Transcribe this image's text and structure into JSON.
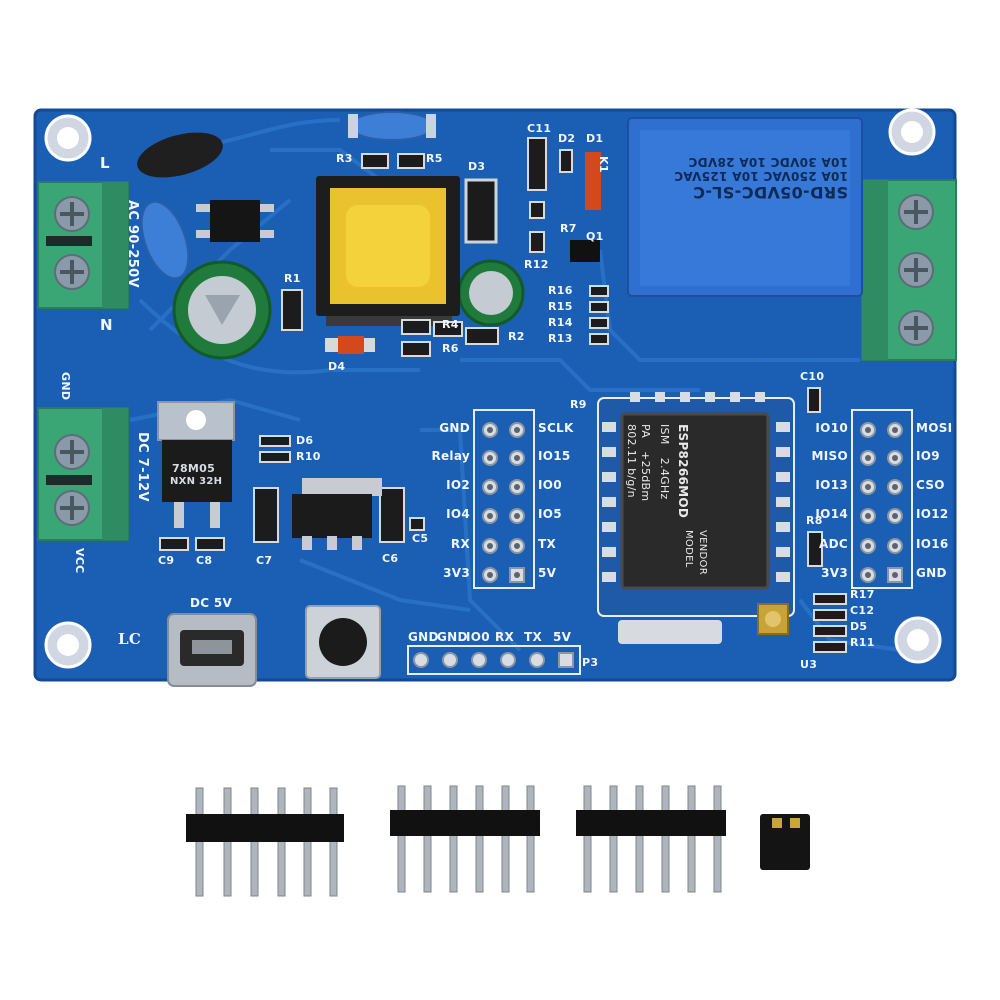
{
  "ac_terminal": {
    "top": "L",
    "bottom": "N",
    "rating": "AC 90-250V"
  },
  "dc_terminal": {
    "top": "GND",
    "bottom": "VCC",
    "rating": "DC 7-12V"
  },
  "relay": {
    "model": "SRD-05VDC-SL-C",
    "rating_1": "10A 250VAC 10A 125VAC",
    "rating_2": "10A 30VDC 10A 28VDC"
  },
  "regulator": {
    "line1": "78M05",
    "line2": "NXN 32H"
  },
  "usb": {
    "label": "DC 5V"
  },
  "brand": "LC",
  "module": {
    "name": "ESP8266MOD",
    "row1_key": "ISM",
    "row1_val": "2.4GHz",
    "row2_key": "PA",
    "row2_val": "+25dBm",
    "row3": "802.11 b/g/n",
    "model_label": "MODEL",
    "vendor_label": "VENDOR"
  },
  "header_left": {
    "left": [
      "GND",
      "Relay",
      "IO2",
      "IO4",
      "RX",
      "3V3"
    ],
    "right": [
      "SCLK",
      "IO15",
      "IO0",
      "IO5",
      "TX",
      "5V"
    ]
  },
  "header_right": {
    "left": [
      "IO10",
      "MISO",
      "IO13",
      "IO14",
      "ADC",
      "3V3"
    ],
    "right": [
      "MOSI",
      "IO9",
      "CSO",
      "IO12",
      "IO16",
      "GND"
    ]
  },
  "p3": {
    "pins": [
      "GND",
      "GND",
      "IO0",
      "RX",
      "TX",
      "5V"
    ],
    "ref": "P3"
  },
  "refs": {
    "R1": "R1",
    "R2": "R2",
    "R3": "R3",
    "R4": "R4",
    "R5": "R5",
    "R6": "R6",
    "R7": "R7",
    "R8": "R8",
    "R9": "R9",
    "R10": "R10",
    "R11": "R11",
    "R12": "R12",
    "R13": "R13",
    "R14": "R14",
    "R15": "R15",
    "R16": "R16",
    "R17": "R17",
    "C5": "C5",
    "C6": "C6",
    "C7": "C7",
    "C8": "C8",
    "C9": "C9",
    "C10": "C10",
    "C11": "C11",
    "C12": "C12",
    "D1": "D1",
    "D2": "D2",
    "D3": "D3",
    "D4": "D4",
    "D5": "D5",
    "D6": "D6",
    "Q1": "Q1",
    "U3": "U3",
    "K1": "K1"
  },
  "colors": {
    "pcb": "#1a5fb4",
    "pcb_dark": "#134a93",
    "terminal": "#3aa676",
    "relay": "#2f6fd0",
    "transformer_core": "#f3d23c",
    "module_shield": "#2a2a2a"
  }
}
